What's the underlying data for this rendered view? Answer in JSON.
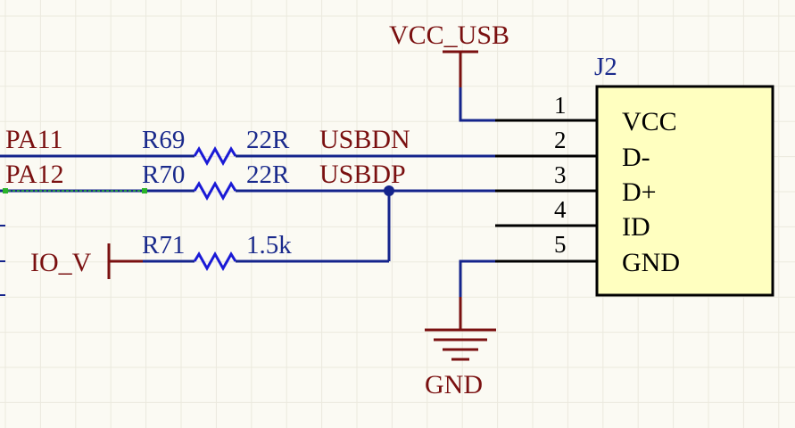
{
  "connector": {
    "designator": "J2",
    "pins": [
      {
        "number": "1",
        "name": "VCC"
      },
      {
        "number": "2",
        "name": "D-"
      },
      {
        "number": "3",
        "name": "D+"
      },
      {
        "number": "4",
        "name": "ID"
      },
      {
        "number": "5",
        "name": "GND"
      }
    ]
  },
  "power": {
    "vcc_usb": "VCC_USB",
    "gnd": "GND",
    "io_v": "IO_V"
  },
  "nets": {
    "pa11": "PA11",
    "pa12": "PA12",
    "usbdn": "USBDN",
    "usbdp": "USBDP"
  },
  "resistors": [
    {
      "designator": "R69",
      "value": "22R"
    },
    {
      "designator": "R70",
      "value": "22R"
    },
    {
      "designator": "R71",
      "value": "1.5k"
    }
  ],
  "colors": {
    "wire": "#14248c",
    "resistor": "#1a1ad6",
    "power_port": "#7a1010",
    "component_body": "#ffffc0",
    "background": "#fbfaf3"
  }
}
